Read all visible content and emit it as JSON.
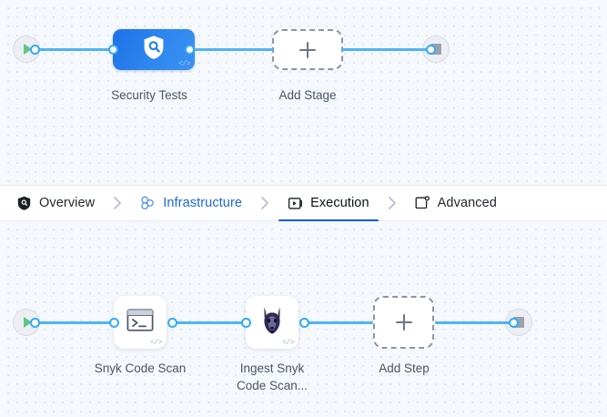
{
  "theme": {
    "canvas_bg": "#f5f8fc",
    "grid_dot": "#d9e2ec",
    "link": "#4fb4f2",
    "port_ring": "#33aaf5",
    "accent_blue": "#1c66e5",
    "active_tab_underline": "#0b5cd5",
    "stage_gradient_from": "#1f72e8",
    "stage_gradient_to": "#3c92f2",
    "start_play": "#5fc67f",
    "end_stop": "#9aa2ae",
    "label_text": "#4a5568",
    "dashed_border": "#8b95a5"
  },
  "tabs": [
    {
      "id": "overview",
      "label": "Overview",
      "icon": "shield-icon",
      "state": "default"
    },
    {
      "id": "infrastructure",
      "label": "Infrastructure",
      "icon": "infrastructure-icon",
      "state": "highlighted"
    },
    {
      "id": "execution",
      "label": "Execution",
      "icon": "execution-play-icon",
      "state": "active"
    },
    {
      "id": "advanced",
      "label": "Advanced",
      "icon": "advanced-settings-icon",
      "state": "default"
    }
  ],
  "tab_separator_icon": "chevron-right-icon",
  "stage_graph": {
    "start_node": {
      "icon": "play-icon"
    },
    "end_node": {
      "icon": "stop-icon"
    },
    "nodes": [
      {
        "id": "security-tests",
        "label": "Security Tests",
        "icon": "shield-search-icon",
        "badge": "</>",
        "type": "stage"
      },
      {
        "id": "add-stage",
        "label": "Add Stage",
        "icon": "plus-icon",
        "type": "add"
      }
    ]
  },
  "step_graph": {
    "start_node": {
      "icon": "play-icon"
    },
    "end_node": {
      "icon": "stop-icon"
    },
    "nodes": [
      {
        "id": "snyk-code-scan",
        "label": "Snyk Code Scan",
        "icon": "terminal-icon",
        "badge": "</>",
        "type": "step"
      },
      {
        "id": "ingest-snyk-code-scan",
        "label": "Ingest Snyk\nCode Scan...",
        "icon": "snyk-doberman-icon",
        "badge": "</>",
        "type": "step"
      },
      {
        "id": "add-step",
        "label": "Add Step",
        "icon": "plus-icon",
        "type": "add"
      }
    ]
  }
}
